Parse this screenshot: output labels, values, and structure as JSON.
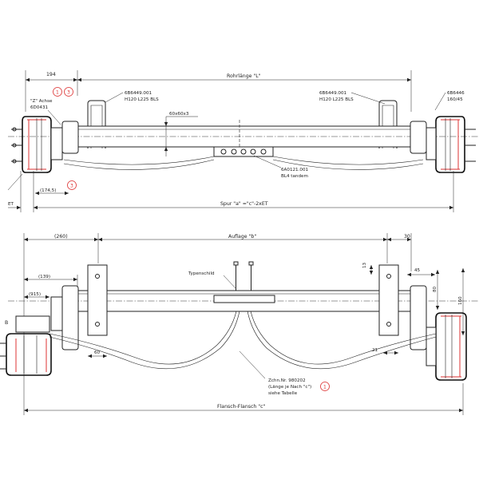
{
  "colors": {
    "line": "#222222",
    "accent_red": "#dd3333",
    "background": "#ffffff"
  },
  "top_view": {
    "dim_194": "194",
    "rohrlange": "Rohrlänge \"L\"",
    "callout_1": "1",
    "callout_3": "3",
    "z_achse": "\"Z\" Achse",
    "code_6d0431": "6D0431",
    "part_left_line1": "6B6449.001",
    "part_left_line2": "H120 L225 BLS",
    "part_right_line1": "6B6449.001",
    "part_right_line2": "H120 L225 BLS",
    "part_far_right_line1": "6B6446",
    "part_far_right_line2": "160/45",
    "profile": "60x60x3",
    "bracket_line1": "6A0121.001",
    "bracket_line2": "BL4 tandem",
    "dim_174_5": "(174,5)",
    "callout_3b": "3",
    "et": "ET",
    "spur": "Spur \"a\" =\"c\"-2xET"
  },
  "bottom_view": {
    "dim_260": "(260)",
    "auflage": "Auflage \"b\"",
    "dim_30": "30",
    "dim_139": "(139)",
    "typenschild": "Typenschild",
    "dim_13": "13",
    "dim_45": "45",
    "dim_80": "80",
    "dim_160": "160",
    "dim_915": "(915)",
    "label_b": "B",
    "dim_60": "60",
    "dim_21": "21",
    "zeichnr_line1": "Zchn.Nr. 980202",
    "zeichnr_line2": "(Länge je Nach \"c\")",
    "zeichnr_line3": "siehe Tabelle",
    "callout_1": "1",
    "flansch": "Flansch-Flansch \"c\""
  }
}
